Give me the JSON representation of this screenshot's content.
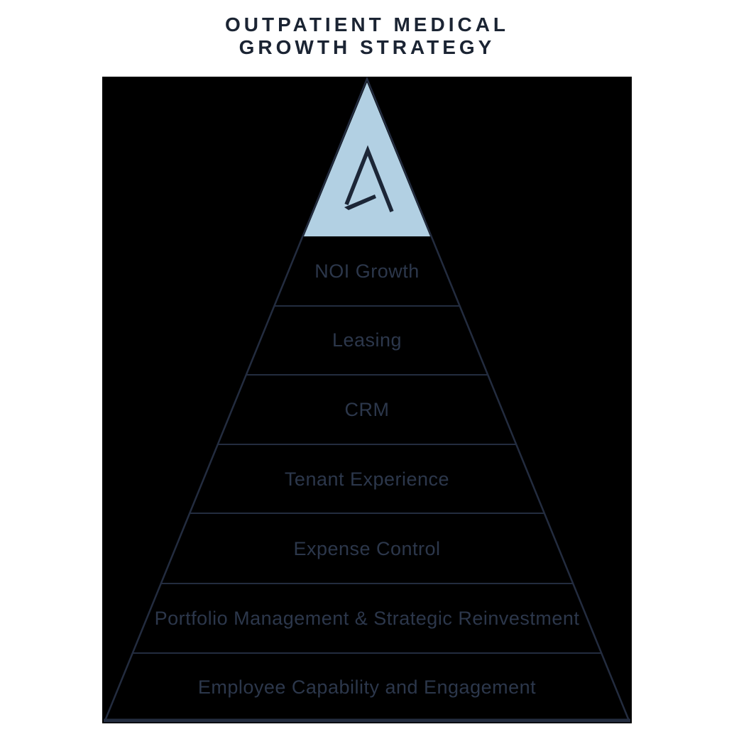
{
  "title": {
    "line1": "OUTPATIENT MEDICAL",
    "line2": "GROWTH STRATEGY"
  },
  "pyramid": {
    "cap": {
      "logo_icon": "stylized-a-delta-logo"
    },
    "levels": [
      {
        "label": "NOI Growth"
      },
      {
        "label": "Leasing"
      },
      {
        "label": "CRM"
      },
      {
        "label": "Tenant Experience"
      },
      {
        "label": "Expense Control"
      },
      {
        "label": "Portfolio Management & Strategic Reinvestment"
      },
      {
        "label": "Employee Capability and Engagement"
      }
    ]
  },
  "colors": {
    "page_background": "#ffffff",
    "panel_background": "#000000",
    "outline": "#232c3f",
    "level_text": "#2c374b",
    "title_text": "#1b2433",
    "cap_fill": "#b2d0e3",
    "logo": "#1c2637"
  }
}
